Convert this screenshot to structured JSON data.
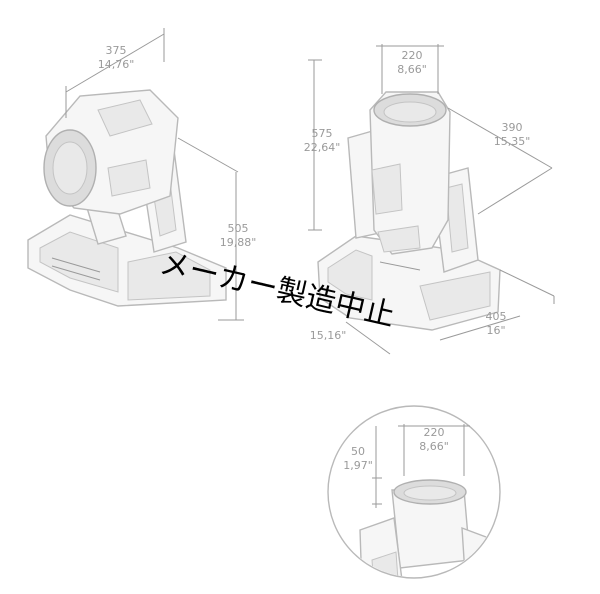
{
  "dimensions": {
    "left_top_mm": "375",
    "left_top_in": "14,76\"",
    "left_right_mm": "505",
    "left_right_in": "19,88\"",
    "center_top_mm": "220",
    "center_top_in": "8,66\"",
    "center_left_mm": "575",
    "center_left_in": "22,64\"",
    "center_right_mm": "390",
    "center_right_in": "15,35\"",
    "center_bottom_in": "15,16\"",
    "right_bottom_mm": "405",
    "right_bottom_in": "16\"",
    "detail_width_mm": "220",
    "detail_width_in": "8,66\"",
    "detail_height_mm": "50",
    "detail_height_in": "1,97\""
  },
  "overlay": {
    "text": "メーカー製造中止",
    "color": "#000000"
  },
  "colors": {
    "line": "#9a9a9a",
    "outline": "#b9b9b9",
    "fill": "#f6f6f6"
  }
}
